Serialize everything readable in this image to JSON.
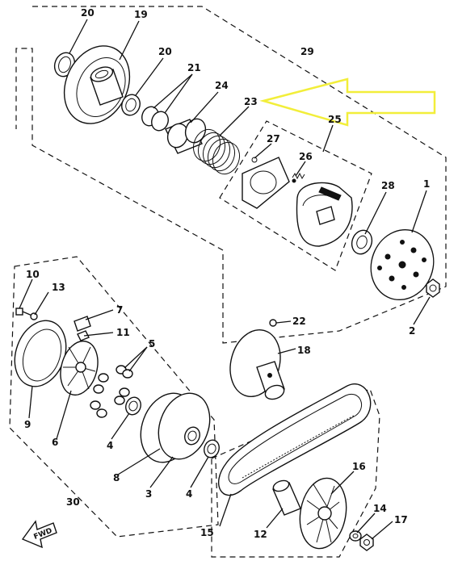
{
  "labels": {
    "p1": "1",
    "p2": "2",
    "p3": "3",
    "p4a": "4",
    "p4b": "4",
    "p5": "5",
    "p6": "6",
    "p7": "7",
    "p8": "8",
    "p9": "9",
    "p10": "10",
    "p11": "11",
    "p12": "12",
    "p13": "13",
    "p14": "14",
    "p15": "15",
    "p16": "16",
    "p17": "17",
    "p18": "18",
    "p19": "19",
    "p20a": "20",
    "p20b": "20",
    "p21": "21",
    "p22": "22",
    "p23": "23",
    "p24": "24",
    "p25": "25",
    "p26": "26",
    "p27": "27",
    "p28": "28",
    "p29": "29",
    "p30": "30"
  },
  "fwd_label": "FWD",
  "colors": {
    "highlight_arrow": "#f2ee3a",
    "line": "#111111",
    "background": "#ffffff"
  }
}
